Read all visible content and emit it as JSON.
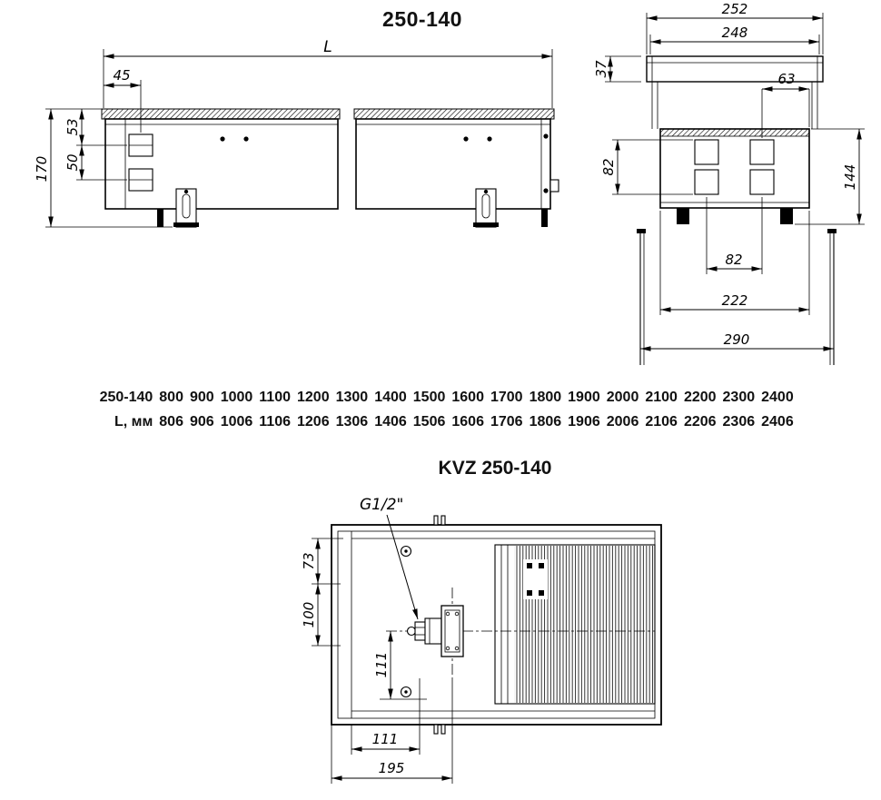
{
  "titles": {
    "model": "250-140",
    "plan": "KVZ 250-140"
  },
  "side_view": {
    "dims": {
      "length": "L",
      "end_offset": "45",
      "upper_pipe": "53",
      "pipe_spacing": "50",
      "height": "170"
    }
  },
  "section_view": {
    "dims": {
      "frame_width": "252",
      "grille_width": "248",
      "frame_height": "37",
      "pipe_to_edge": "63",
      "pipe_block_height": "82",
      "casing_height": "144",
      "pipe_spacing": "82",
      "casing_width": "222",
      "trench_width": "290"
    }
  },
  "size_table": {
    "models": {
      "label": "250-140",
      "values": [
        "800",
        "900",
        "1000",
        "1100",
        "1200",
        "1300",
        "1400",
        "1500",
        "1600",
        "1700",
        "1800",
        "1900",
        "2000",
        "2100",
        "2200",
        "2300",
        "2400"
      ]
    },
    "lengths": {
      "label": "L, мм",
      "values": [
        "806",
        "906",
        "1006",
        "1106",
        "1206",
        "1306",
        "1406",
        "1506",
        "1606",
        "1706",
        "1806",
        "1906",
        "2006",
        "2106",
        "2206",
        "2306",
        "2406"
      ]
    }
  },
  "plan_view": {
    "connection_thread": "G1/2\"",
    "dims": {
      "edge_to_axis": "73",
      "axis_depth": "100",
      "axis_to_bottom": "111",
      "wall_to_valve": "111",
      "edge_to_flange": "195"
    }
  },
  "colors": {
    "line": "#000000",
    "background": "#ffffff"
  }
}
